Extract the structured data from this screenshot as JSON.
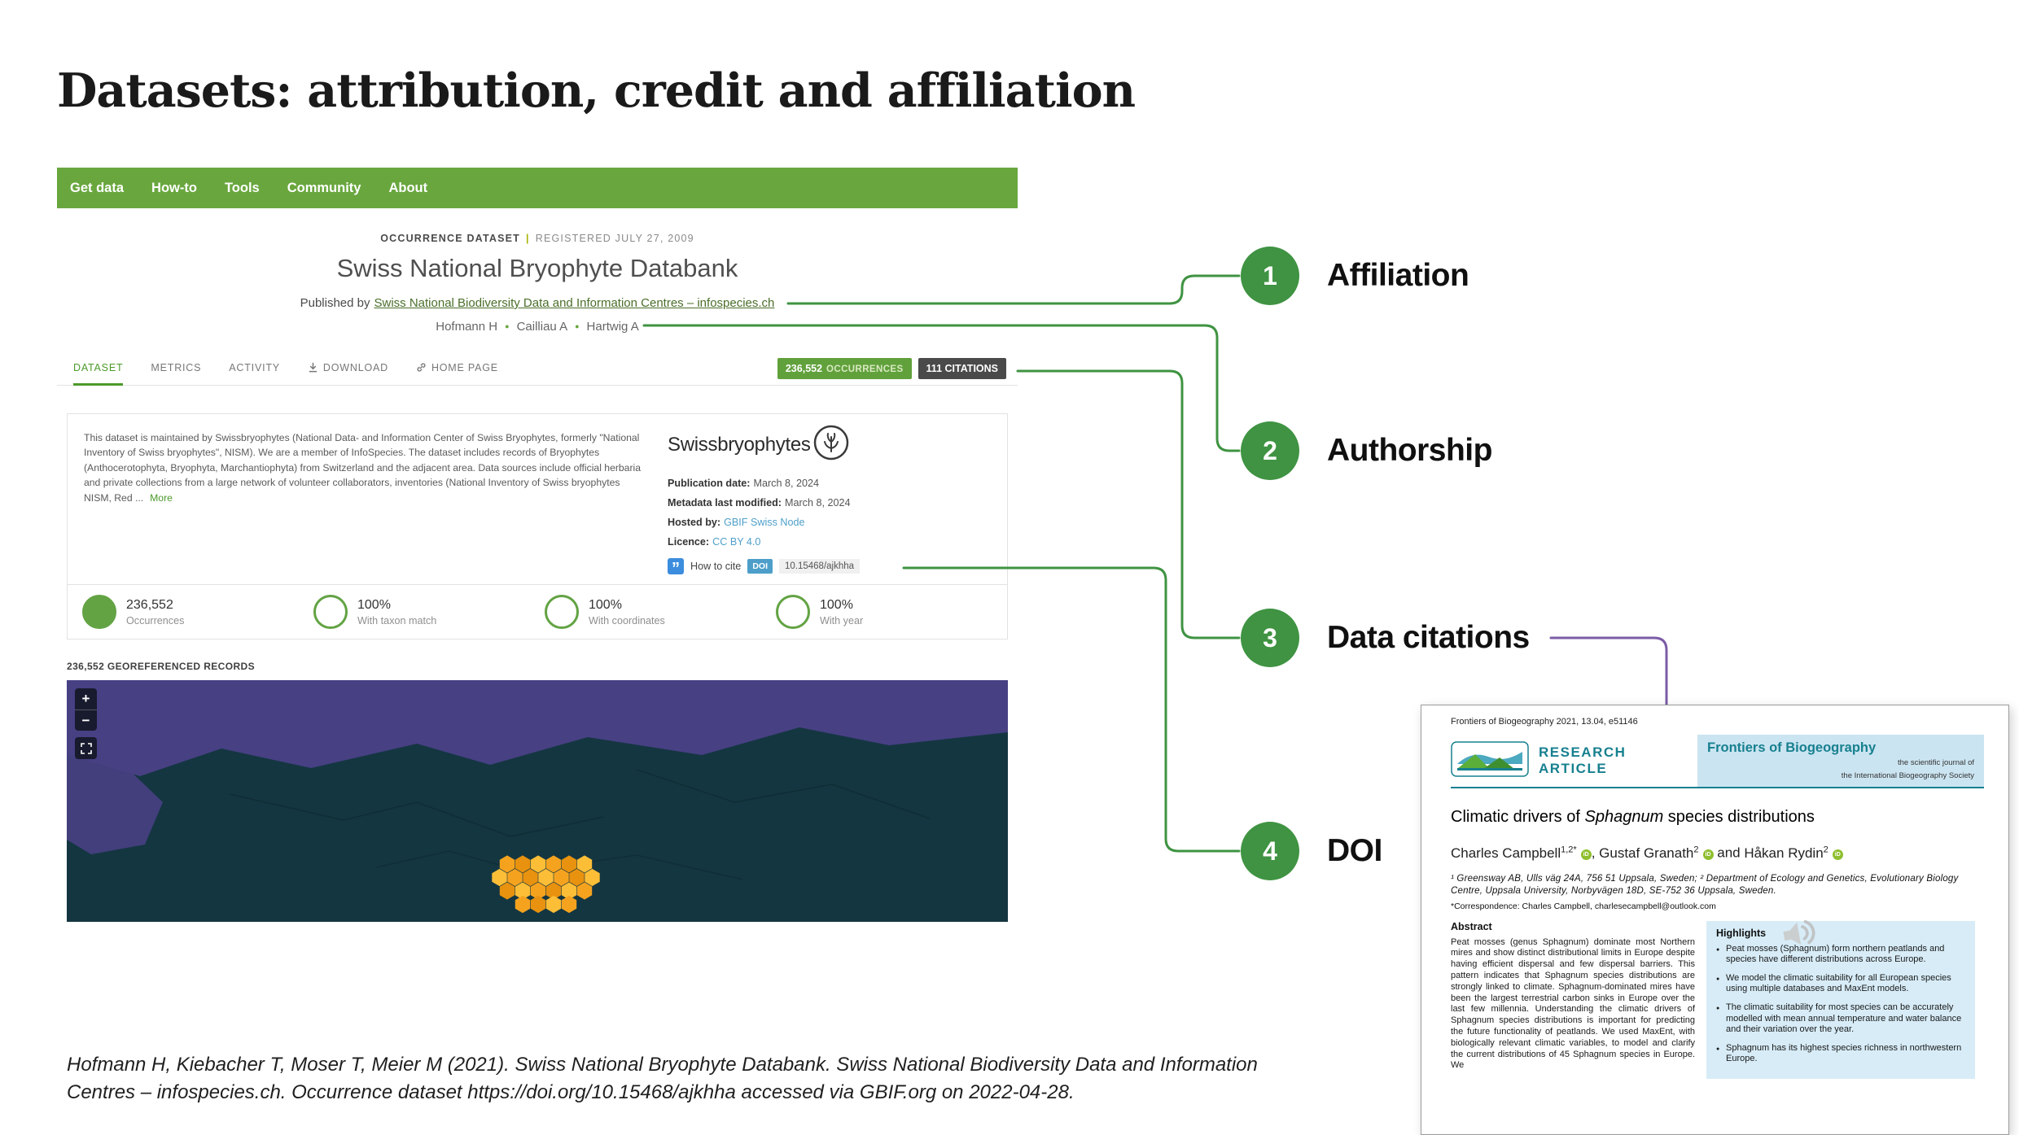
{
  "colors": {
    "gbif_nav_green": "#69A73E",
    "badge_green": "#61A13C",
    "annotation_green": "#3F9342",
    "tab_active_green": "#4C9A2A",
    "link_blue": "#4D9FCA",
    "citations_badge_gray": "#4A4A4A",
    "map_water_teal": "#143641",
    "map_land_purple": "#474083",
    "hexbin_orange": "#F5A31F",
    "connector_purple": "#7B5CA6",
    "journal_teal": "#17808F",
    "orcid_green": "#8FBF2F"
  },
  "slide": {
    "title": "Datasets: attribution, credit and affiliation",
    "citation": "Hofmann H, Kiebacher T, Moser T, Meier M (2021). Swiss National Bryophyte Databank. Swiss National Biodiversity Data and Information Centres – infospecies.ch. Occurrence dataset https://doi.org/10.15468/ajkhha accessed via GBIF.org on 2022-04-28."
  },
  "annotations": [
    {
      "number": "1",
      "label": "Affiliation"
    },
    {
      "number": "2",
      "label": "Authorship"
    },
    {
      "number": "3",
      "label": "Data citations"
    },
    {
      "number": "4",
      "label": "DOI"
    }
  ],
  "gbif": {
    "nav": [
      "Get data",
      "How-to",
      "Tools",
      "Community",
      "About"
    ],
    "header": {
      "type_label": "OCCURRENCE DATASET",
      "separator": "|",
      "registered": "REGISTERED JULY 27, 2009",
      "title": "Swiss National Bryophyte Databank",
      "published_by_prefix": "Published by",
      "publisher": "Swiss National Biodiversity Data and Information Centres – infospecies.ch",
      "authors": [
        "Hofmann H",
        "Cailliau A",
        "Hartwig A"
      ],
      "author_separator": "●"
    },
    "tabs": [
      {
        "label": "DATASET",
        "active": true
      },
      {
        "label": "METRICS"
      },
      {
        "label": "ACTIVITY"
      },
      {
        "label": "DOWNLOAD",
        "icon": "download"
      },
      {
        "label": "HOME PAGE",
        "icon": "link"
      }
    ],
    "badges": {
      "occurrences_count": "236,552",
      "occurrences_word": "OCCURRENCES",
      "citations": "111 CITATIONS"
    },
    "about": {
      "description": "This dataset is maintained by Swissbryophytes (National Data- and Information Center of Swiss Bryophytes, formerly \"National Inventory of Swiss bryophytes\", NISM). We are a member of InfoSpecies. The dataset includes records of Bryophytes (Anthocerotophyta, Bryophyta, Marchantiophyta) from Switzerland and the adjacent area. Data sources include official herbaria and private collections from a large network of volunteer collaborators, inventories (National Inventory of Swiss bryophytes NISM, Red ...",
      "more_label": "More",
      "logo_text": "Swissbryophytes",
      "publication_date_label": "Publication date:",
      "publication_date": "March 8, 2024",
      "metadata_label": "Metadata last modified:",
      "metadata_date": "March 8, 2024",
      "hosted_by_label": "Hosted by:",
      "hosted_by": "GBIF Swiss Node",
      "licence_label": "Licence:",
      "licence": "CC BY 4.0",
      "how_to_cite_label": "How to cite",
      "doi_label": "DOI",
      "doi_value": "10.15468/ajkhha"
    },
    "stats": [
      {
        "value": "236,552",
        "label": "Occurrences",
        "filled": true
      },
      {
        "value": "100%",
        "label": "With taxon match"
      },
      {
        "value": "100%",
        "label": "With coordinates"
      },
      {
        "value": "100%",
        "label": "With year"
      }
    ],
    "map": {
      "georeferenced_label": "236,552 GEOREFERENCED RECORDS",
      "zoom_in": "+",
      "zoom_out": "−"
    }
  },
  "article": {
    "journal_ref": "Frontiers of Biogeography 2021, 13.04, e51146",
    "article_type": "RESEARCH ARTICLE",
    "journal_name": "Frontiers of Biogeography",
    "journal_subtitle_1": "the scientific journal of",
    "journal_subtitle_2": "the International Biogeography Society",
    "title_pre": "Climatic drivers of ",
    "title_species": "Sphagnum",
    "title_post": " species distributions",
    "authors": [
      {
        "name": "Charles Campbell",
        "sup": "1,2*"
      },
      {
        "name": "Gustaf Granath",
        "sup": "2"
      },
      {
        "name": "Håkan Rydin",
        "sup": "2"
      }
    ],
    "author_joiners": [
      ", ",
      " and "
    ],
    "affiliations": "¹ Greensway AB, Ulls väg 24A, 756 51 Uppsala, Sweden; ² Department of Ecology and Genetics, Evolutionary Biology Centre, Uppsala University, Norbyvägen 18D, SE-752 36 Uppsala, Sweden.",
    "correspondence": "*Correspondence: Charles Campbell, charlesecampbell@outlook.com",
    "abstract_label": "Abstract",
    "abstract_text": "Peat mosses (genus Sphagnum) dominate most Northern mires and show distinct distributional limits in Europe despite having efficient dispersal and few dispersal barriers. This pattern indicates that Sphagnum species distributions are strongly linked to climate. Sphagnum-dominated mires have been the largest terrestrial carbon sinks in Europe over the last few millennia. Understanding the climatic drivers of Sphagnum species distributions is important for predicting the future functionality of peatlands. We used MaxEnt, with biologically relevant climatic variables, to model and clarify the current distributions of 45 Sphagnum species in Europe. We",
    "highlights_label": "Highlights",
    "highlights": [
      "Peat mosses (Sphagnum) form northern peatlands and species have different distributions across Europe.",
      "We model the climatic suitability for all European species using multiple databases and MaxEnt models.",
      "The climatic suitability for most species can be accurately modelled with mean annual temperature and water balance and their variation over the year.",
      "Sphagnum has its highest species richness in northwestern Europe."
    ]
  }
}
